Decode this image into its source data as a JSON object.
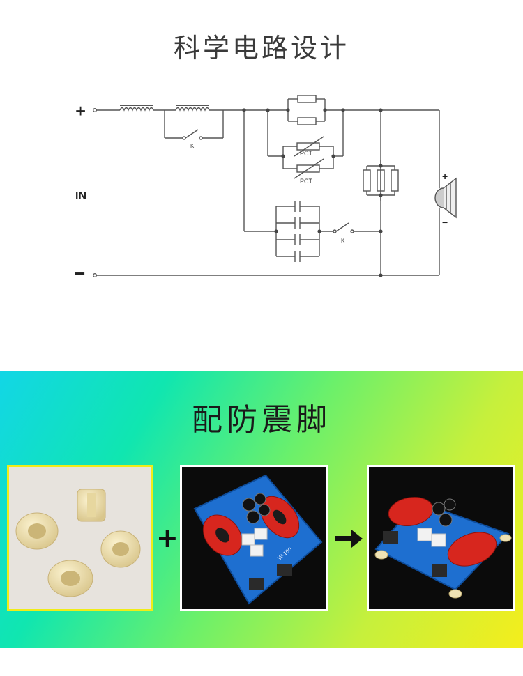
{
  "circuit": {
    "title": "科学电路设计",
    "plus_label": "+",
    "minus_label": "−",
    "in_label": "IN",
    "switch_label_1": "K",
    "switch_label_2": "K",
    "pct_label_1": "PCT",
    "pct_label_2": "PCT",
    "speaker_plus": "+",
    "speaker_minus": "−"
  },
  "accessory": {
    "title": "配防震脚",
    "plus_sign": "+",
    "board_text": "W-100"
  },
  "colors": {
    "gradient_start": "#12d6e6",
    "gradient_end": "#f4ee1c",
    "coil_red": "#d7261e",
    "pcb_blue": "#1e6fd0",
    "foot_ivory": "#efe2b4"
  }
}
